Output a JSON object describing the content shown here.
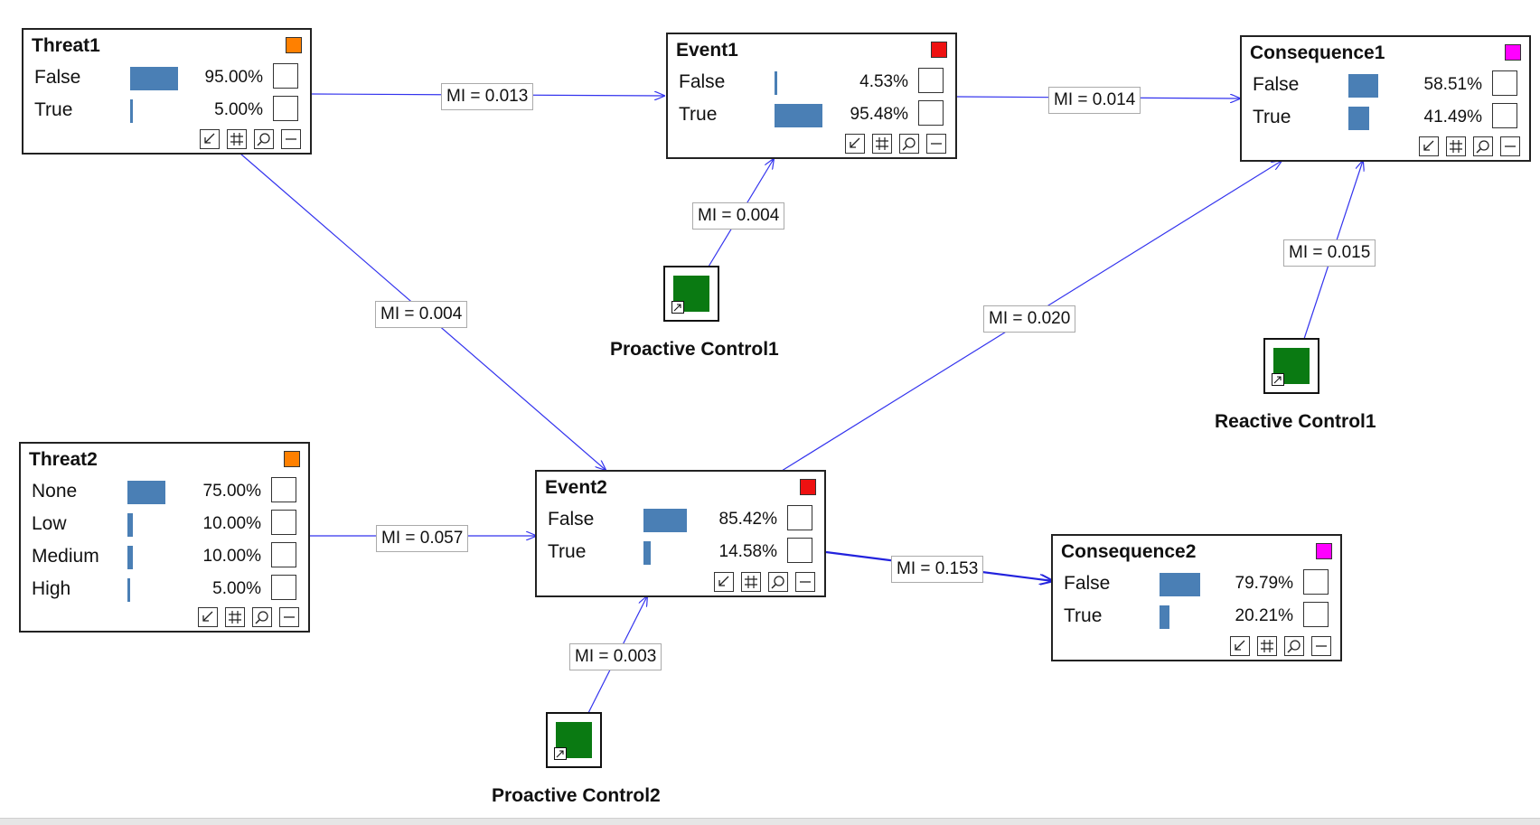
{
  "nodes": {
    "threat1": {
      "title": "Threat1",
      "color": "#ff8000",
      "states": [
        {
          "label": "False",
          "value": "95.00%",
          "prob": 0.95
        },
        {
          "label": "True",
          "value": "5.00%",
          "prob": 0.05
        }
      ]
    },
    "event1": {
      "title": "Event1",
      "color": "#ee1111",
      "states": [
        {
          "label": "False",
          "value": "4.53%",
          "prob": 0.0453
        },
        {
          "label": "True",
          "value": "95.48%",
          "prob": 0.9548
        }
      ]
    },
    "consequence1": {
      "title": "Consequence1",
      "color": "#ff00ff",
      "states": [
        {
          "label": "False",
          "value": "58.51%",
          "prob": 0.5851
        },
        {
          "label": "True",
          "value": "41.49%",
          "prob": 0.4149
        }
      ]
    },
    "threat2": {
      "title": "Threat2",
      "color": "#ff8000",
      "states": [
        {
          "label": "None",
          "value": "75.00%",
          "prob": 0.75
        },
        {
          "label": "Low",
          "value": "10.00%",
          "prob": 0.1
        },
        {
          "label": "Medium",
          "value": "10.00%",
          "prob": 0.1
        },
        {
          "label": "High",
          "value": "5.00%",
          "prob": 0.05
        }
      ]
    },
    "event2": {
      "title": "Event2",
      "color": "#ee1111",
      "states": [
        {
          "label": "False",
          "value": "85.42%",
          "prob": 0.8542
        },
        {
          "label": "True",
          "value": "14.58%",
          "prob": 0.1458
        }
      ]
    },
    "consequence2": {
      "title": "Consequence2",
      "color": "#ff00ff",
      "states": [
        {
          "label": "False",
          "value": "79.79%",
          "prob": 0.7979
        },
        {
          "label": "True",
          "value": "20.21%",
          "prob": 0.2021
        }
      ]
    }
  },
  "controls": {
    "proactive1": {
      "label": "Proactive Control1",
      "color": "#0a7a12"
    },
    "reactive1": {
      "label": "Reactive Control1",
      "color": "#0a7a12"
    },
    "proactive2": {
      "label": "Proactive Control2",
      "color": "#0a7a12"
    }
  },
  "edges": {
    "t1_e1": "MI = 0.013",
    "e1_c1": "MI = 0.014",
    "p1_e1": "MI = 0.004",
    "t1_e2": "MI = 0.004",
    "e2_c1": "MI = 0.020",
    "r1_c1": "MI = 0.015",
    "t2_e2": "MI = 0.057",
    "e2_c2": "MI = 0.153",
    "p2_e2": "MI = 0.003"
  },
  "edge_color": "#3333ee"
}
